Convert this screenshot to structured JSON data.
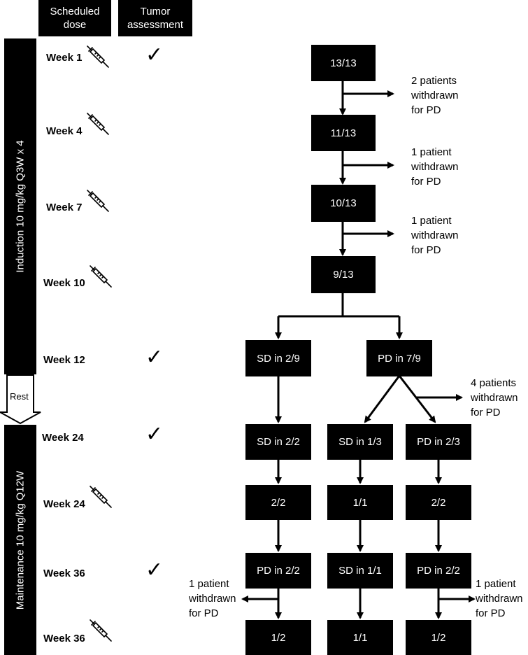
{
  "header": {
    "scheduled_dose": "Scheduled\ndose",
    "tumor_assessment": "Tumor\nassessment"
  },
  "phases": {
    "induction": "Induction 10 mg/kg Q3W x 4",
    "rest": "Rest",
    "maintenance": "Maintenance 10 mg/kg Q12W"
  },
  "timeline": [
    {
      "week": "Week 1",
      "dose": true,
      "assessment": true
    },
    {
      "week": "Week 4",
      "dose": true,
      "assessment": false
    },
    {
      "week": "Week 7",
      "dose": true,
      "assessment": false
    },
    {
      "week": "Week 10",
      "dose": true,
      "assessment": false
    },
    {
      "week": "Week 12",
      "dose": false,
      "assessment": true
    },
    {
      "week": "Week 24",
      "dose": false,
      "assessment": true
    },
    {
      "week": "Week 24",
      "dose": true,
      "assessment": false
    },
    {
      "week": "Week 36",
      "dose": false,
      "assessment": true
    },
    {
      "week": "Week 36",
      "dose": true,
      "assessment": false
    }
  ],
  "icons": {
    "dose": "syringe-icon",
    "assessment": "checkmark-icon"
  },
  "check_glyph": "✓",
  "flow": {
    "b1": "13/13",
    "b2": "11/13",
    "b3": "10/13",
    "b4": "9/13",
    "sd29": "SD in 2/9",
    "pd79": "PD in 7/9",
    "sd22": "SD in 2/2",
    "sd13": "SD in 1/3",
    "pd23": "PD in 2/3",
    "c22": "2/2",
    "c11": "1/1",
    "d22": "2/2",
    "pd22a": "PD in 2/2",
    "sd11": "SD in 1/1",
    "pd22b": "PD in 2/2",
    "e12a": "1/2",
    "e11": "1/1",
    "e12b": "1/2"
  },
  "withdrawals": {
    "w1": "2 patients\nwithdrawn\nfor PD",
    "w2": "1 patient\nwithdrawn\nfor PD",
    "w3": "1 patient\nwithdrawn\nfor PD",
    "w4": "4 patients\nwithdrawn\nfor PD",
    "w5": "1 patient\nwithdrawn\nfor PD",
    "w6": "1 patient\nwithdrawn\nfor PD"
  },
  "colors": {
    "box": "#000000",
    "text_on_box": "#ffffff",
    "line": "#000000"
  }
}
